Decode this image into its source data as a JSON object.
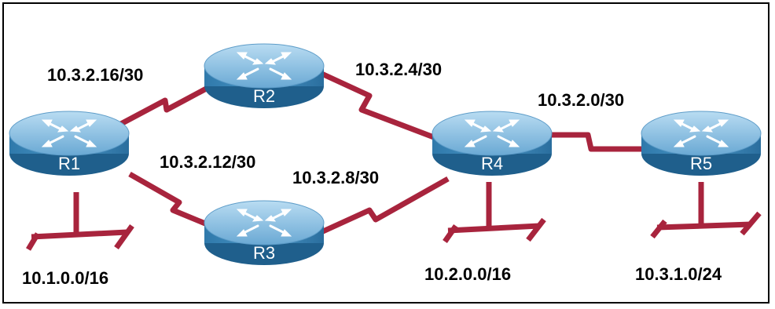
{
  "colors": {
    "link": "#a8243d",
    "router_top": "#8fc3e6",
    "router_body": "#3e86b5",
    "router_dark": "#1f5f8c",
    "label": "#000000"
  },
  "routers": {
    "r1": "R1",
    "r2": "R2",
    "r3": "R3",
    "r4": "R4",
    "r5": "R5"
  },
  "links": {
    "r1_r2": "10.3.2.16/30",
    "r2_r4": "10.3.2.4/30",
    "r1_r3": "10.3.2.12/30",
    "r3_r4": "10.3.2.8/30",
    "r4_r5": "10.3.2.0/30"
  },
  "lans": {
    "r1": "10.1.0.0/16",
    "r4": "10.2.0.0/16",
    "r5": "10.3.1.0/24"
  },
  "icons": {
    "router": "router-icon",
    "serial_link": "serial-link-icon",
    "ethernet": "ethernet-segment-icon"
  }
}
